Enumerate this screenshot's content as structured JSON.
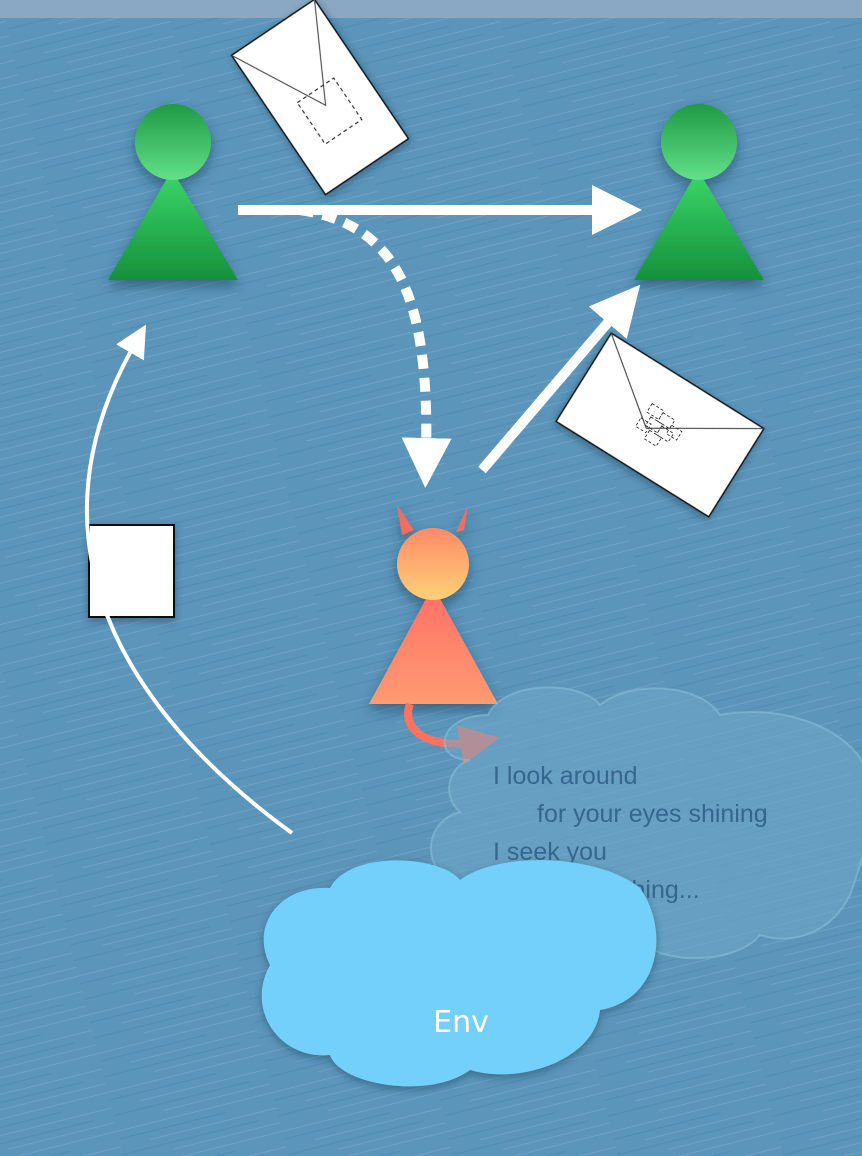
{
  "thought_bubble": {
    "lines": [
      "I look around",
      "for your eyes shining",
      "I seek you",
      "in everything..."
    ]
  },
  "env_cloud": {
    "label": "Env"
  },
  "colors": {
    "background": "#5b95ba",
    "party": "#22a84a",
    "party_head_highlight": "#63e08a",
    "adversary": "#ff7d6a",
    "adversary_head": "#ffc870",
    "env_cloud": "#73d0fa",
    "arrows": "#ffffff"
  },
  "icons": {
    "party_a": "green-pawn-icon",
    "party_b": "green-pawn-icon",
    "adversary": "devil-pawn-icon",
    "sealed_envelope": "envelope-icon",
    "tampered_envelope": "envelope-icon",
    "square": "white-square-icon"
  }
}
